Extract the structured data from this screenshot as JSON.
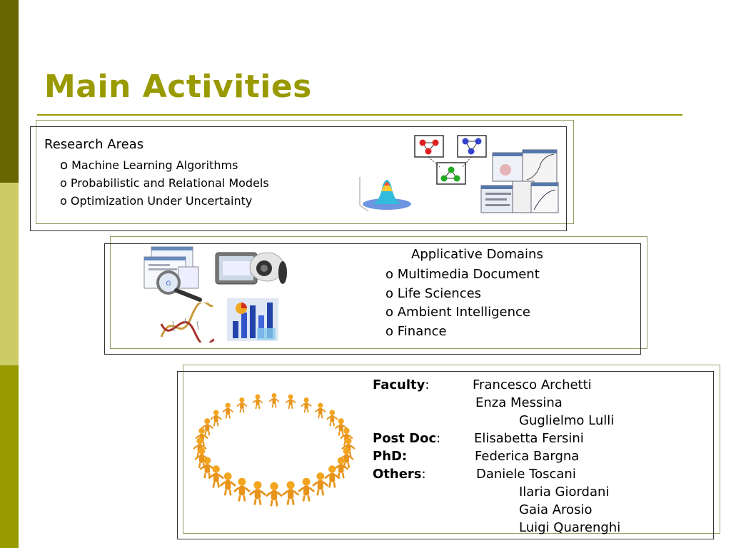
{
  "slide": {
    "title": "Main Activities"
  },
  "research": {
    "heading": "Research Areas",
    "bullet": "o",
    "items": [
      "Machine Learning Algorithms",
      "Probabilistic and Relational Models",
      "Optimization Under Uncertainty"
    ]
  },
  "domains": {
    "heading": "Applicative Domains",
    "items": [
      "o Multimedia Document",
      "o Life Sciences",
      "o Ambient Intelligence",
      "o Finance"
    ]
  },
  "people": {
    "faculty_label": "Faculty",
    "postdoc_label": "Post Doc",
    "phd_label": "PhD:",
    "others_label": "Others",
    "colon": ":",
    "faculty": [
      "Francesco Archetti",
      "Enza Messina",
      "Guglielmo Lulli"
    ],
    "postdoc": [
      "Elisabetta Fersini"
    ],
    "phd": [
      "Federica Bargna"
    ],
    "others": [
      "Daniele Toscani",
      "Ilaria Giordani",
      "Gaia Arosio",
      "Luigi Quarenghi"
    ]
  },
  "colors": {
    "accent": "#999900",
    "dark_bar": "#666600",
    "light_bar": "#cccc66"
  },
  "icons": [
    "bayesian-network-icon",
    "surface-plot-icon",
    "software-windows-icon",
    "search-magnifier-icon",
    "security-camera-icon",
    "dna-helix-icon",
    "finance-chart-icon",
    "people-circle-icon"
  ]
}
